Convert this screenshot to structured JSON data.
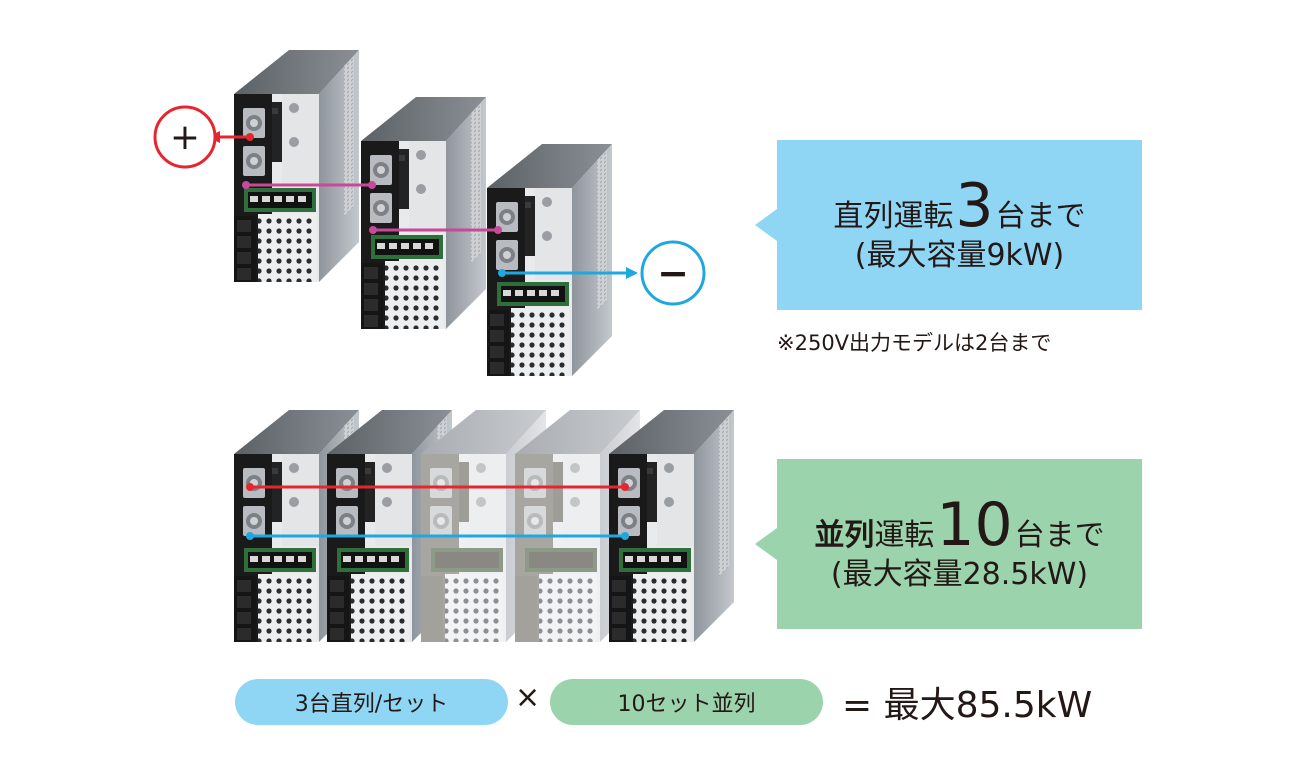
{
  "series": {
    "prefix": "直列運転",
    "count": "3",
    "suffix": "台まで",
    "capacity": "(最大容量9kW)",
    "note": "※250V出力モデルは2台まで",
    "plus_symbol": "+",
    "minus_symbol": "−"
  },
  "parallel": {
    "prefix_bold": "並列",
    "prefix": "運転",
    "count": "10",
    "suffix": "台まで",
    "capacity": "(最大容量28.5kW)"
  },
  "formula": {
    "series_label": "3台直列/セット",
    "times": "×",
    "parallel_label": "10セット並列",
    "total": "= 最大85.5kW"
  },
  "colors": {
    "series_box": "#8fd6f5",
    "parallel_box": "#9bd3ad",
    "plus_wire": "#e6262e",
    "minus_wire": "#1fa8e0",
    "series_link": "#c8489a"
  }
}
